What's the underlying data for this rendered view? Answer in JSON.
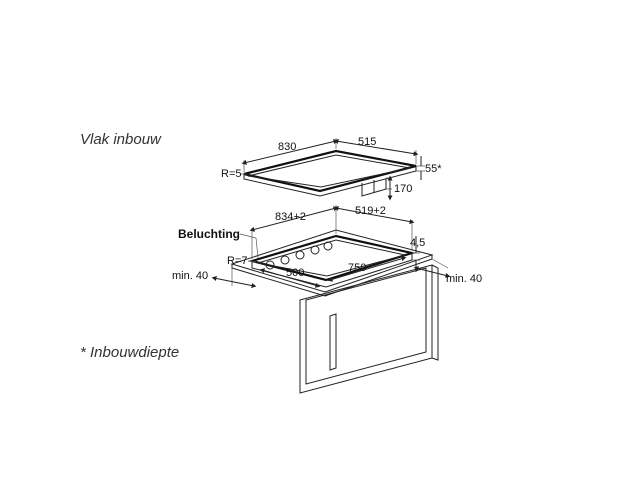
{
  "captions": {
    "top": "Vlak inbouw",
    "bottom": "* Inbouwdiepte"
  },
  "top_view": {
    "width": "830",
    "depth": "515",
    "radius": "R=5",
    "thickness": "55*",
    "height": "170"
  },
  "cutout_view": {
    "ventilation": "Beluchting",
    "width": "834+2",
    "depth": "519+2",
    "step": "4,5",
    "radius": "R=7",
    "inner_depth": "500",
    "inner_width": "750",
    "min_left": "min. 40",
    "min_right": "min. 40"
  },
  "colors": {
    "line": "#222222",
    "cabinet": "#ffffff"
  }
}
